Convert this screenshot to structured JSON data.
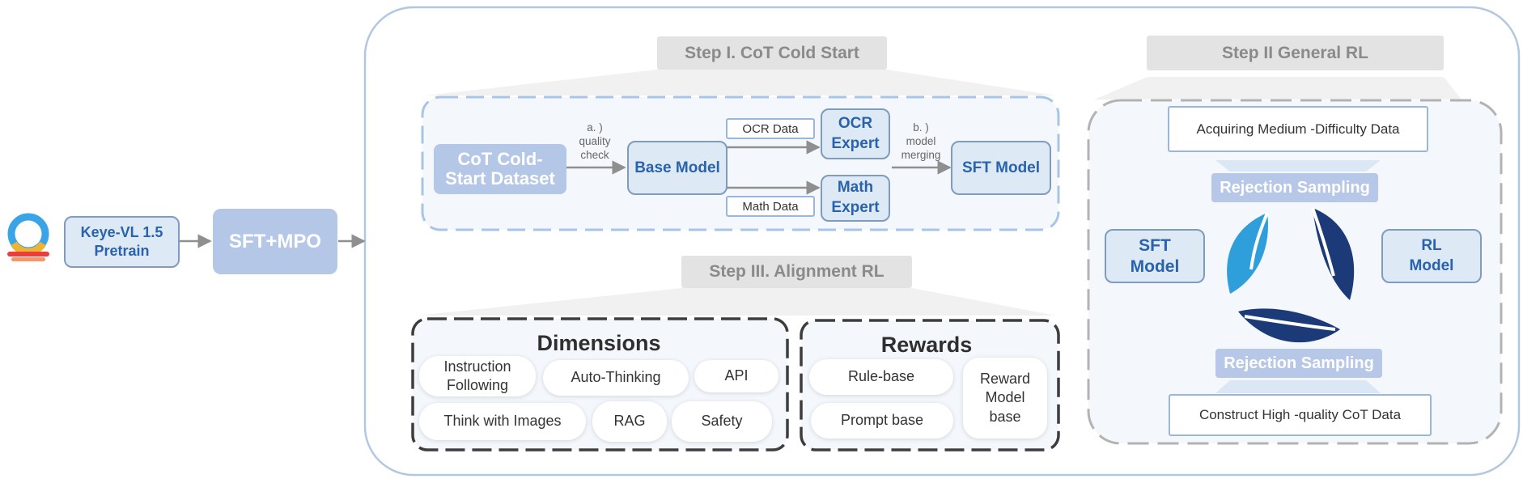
{
  "pipeline": {
    "pretrain_label": "Keye-VL 1.5\nPretrain",
    "sft_mpo_label": "SFT+MPO"
  },
  "step1": {
    "title": "Step I. CoT Cold Start",
    "dataset_label": "CoT Cold-\nStart Dataset",
    "quality_check_label": "a. )\nquality\ncheck",
    "base_model_label": "Base Model",
    "ocr_data_label": "OCR Data",
    "math_data_label": "Math Data",
    "ocr_expert_label": "OCR\nExpert",
    "math_expert_label": "Math\nExpert",
    "merging_label": "b. )\nmodel\nmerging",
    "sft_model_label": "SFT Model"
  },
  "step2": {
    "title": "Step II General RL",
    "acquire_label": "Acquiring Medium -Difficulty Data",
    "rejection_top_label": "Rejection Sampling",
    "sft_model_label": "SFT\nModel",
    "rl_model_label": "RL\nModel",
    "rejection_bottom_label": "Rejection Sampling",
    "construct_label": "Construct High -quality CoT Data"
  },
  "step3": {
    "title": "Step III. Alignment RL",
    "dimensions_title": "Dimensions",
    "dimensions": [
      "Instruction\nFollowing",
      "Auto-Thinking",
      "API",
      "Think with Images",
      "RAG",
      "Safety"
    ],
    "rewards_title": "Rewards",
    "rewards": [
      "Rule-base",
      "Prompt base",
      "Reward\nModel\nbase"
    ]
  },
  "colors": {
    "frame_border": "#b4c7e0",
    "light_box_fill": "#dde9f5",
    "box_border": "#7f9bbf",
    "box_text": "#2a62ab",
    "accent_fill": "#b4c7e7",
    "leaf_light": "#2f9fdc",
    "leaf_dark": "#1d3a78"
  }
}
